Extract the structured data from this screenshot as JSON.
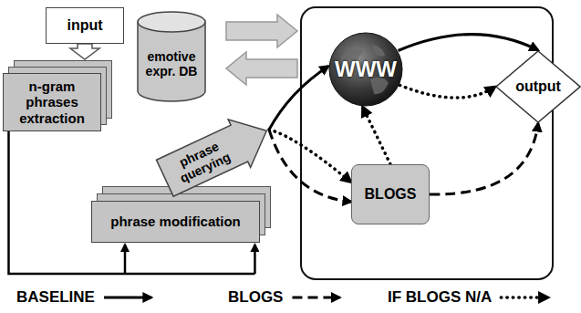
{
  "diagram": {
    "nodes": [
      {
        "text": [
          "input"
        ]
      },
      {
        "text": [
          "emotive expr. DB"
        ]
      },
      {
        "text": [
          "n-gram phrases extraction"
        ]
      },
      {
        "text": [
          "WWW"
        ]
      },
      {
        "text": [
          "phrase querying"
        ]
      },
      {
        "text": [
          "output"
        ]
      },
      {
        "text": [
          "phrase modification"
        ]
      },
      {
        "text": [
          "BLOGS"
        ]
      }
    ],
    "edges": [
      {
        "from": 0,
        "to": 2,
        "arrow": "to"
      },
      {
        "from": 1,
        "to": 3,
        "arrow": "to"
      },
      {
        "from": 3,
        "to": 1,
        "arrow": "to"
      },
      {
        "from": 2,
        "to": 6,
        "arrow": "to"
      },
      {
        "from": 4,
        "to": 3,
        "arrow": "to"
      },
      {
        "from": 3,
        "to": 5,
        "arrow": "to"
      },
      {
        "from": 4,
        "to": 7,
        "arrow": "to"
      },
      {
        "from": 4,
        "to": 7,
        "arrow": "to"
      },
      {
        "from": 7,
        "to": 5,
        "arrow": "to"
      },
      {
        "from": 7,
        "to": 3,
        "arrow": "to"
      },
      {
        "from": 3,
        "to": 5,
        "arrow": "to"
      }
    ],
    "legend": [
      {
        "text": "BASELINE"
      },
      {
        "text": "BLOGS"
      },
      {
        "text": "IF BLOGS N/A"
      }
    ]
  }
}
